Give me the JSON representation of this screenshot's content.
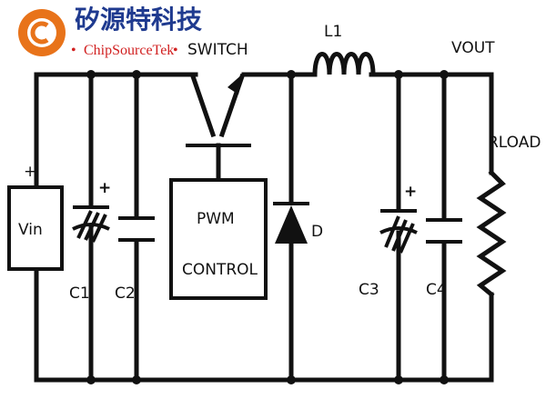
{
  "logo": {
    "chinese_name": "矽源特科技",
    "english_name": "ChipSourceTek",
    "colors": {
      "ring": "#e8731a",
      "chinese": "#1f3a8f",
      "english": "#d12020"
    }
  },
  "labels": {
    "switch": "SWITCH",
    "inductor": "L1",
    "vout": "VOUT",
    "rload": "RLOAD",
    "vin": "Vin",
    "vin_plus": "+",
    "c1": "C1",
    "c2": "C2",
    "c3": "C3",
    "c4": "C4",
    "c1_plus": "+",
    "c3_plus": "+",
    "diode": "D",
    "pwm_line1": "PWM",
    "pwm_line2": "CONTROL"
  }
}
